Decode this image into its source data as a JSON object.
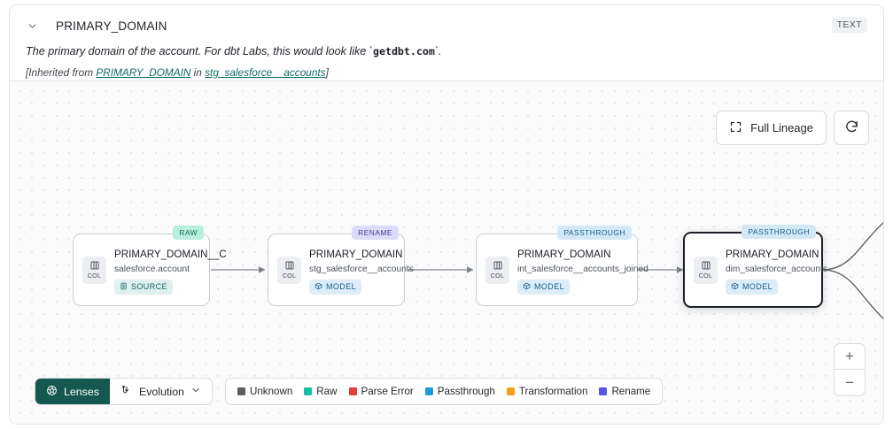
{
  "header": {
    "collapse_icon": "chevron-down-icon",
    "title": "PRIMARY_DOMAIN",
    "type_badge": "TEXT",
    "description_pre": "The primary domain of the account. For dbt Labs, this would look like `",
    "description_code": "getdbt.com",
    "description_post": "`.",
    "inherited_pre": "[Inherited from ",
    "inherited_link1": "PRIMARY_DOMAIN",
    "inherited_mid": " in ",
    "inherited_link2": "stg_salesforce__accounts",
    "inherited_post": "]"
  },
  "canvas": {
    "full_lineage_label": "Full Lineage",
    "refresh_label": "",
    "zoom_in_label": "+",
    "zoom_out_label": "−"
  },
  "graph": {
    "nodes": [
      {
        "tag": "RAW",
        "tag_kind": "raw",
        "col_label": "COL",
        "title": "PRIMARY_DOMAIN__C",
        "subtitle": "salesforce.account",
        "materialization": "SOURCE",
        "mat_kind": "source",
        "selected": false
      },
      {
        "tag": "RENAME",
        "tag_kind": "rename",
        "col_label": "COL",
        "title": "PRIMARY_DOMAIN",
        "subtitle": "stg_salesforce__accounts",
        "materialization": "MODEL",
        "mat_kind": "model",
        "selected": false
      },
      {
        "tag": "PASSTHROUGH",
        "tag_kind": "passthrough",
        "col_label": "COL",
        "title": "PRIMARY_DOMAIN",
        "subtitle": "int_salesforce__accounts_joined",
        "materialization": "MODEL",
        "mat_kind": "model",
        "selected": false
      },
      {
        "tag": "PASSTHROUGH",
        "tag_kind": "passthrough",
        "col_label": "COL",
        "title": "PRIMARY_DOMAIN",
        "subtitle": "dim_salesforce_accounts",
        "materialization": "MODEL",
        "mat_kind": "model",
        "selected": true
      }
    ]
  },
  "toolbar": {
    "lenses_label": "Lenses",
    "evolution_label": "Evolution"
  },
  "legend": {
    "items": [
      {
        "label": "Unknown",
        "color": "#585e66"
      },
      {
        "label": "Raw",
        "color": "#10b happens"
      },
      {
        "label": "Parse Error",
        "color": "#e23c3c"
      },
      {
        "label": "Passthrough",
        "color": "#1d9bd8"
      },
      {
        "label": "Transformation",
        "color": "#f0a019"
      },
      {
        "label": "Rename",
        "color": "#5b54e6"
      }
    ]
  }
}
